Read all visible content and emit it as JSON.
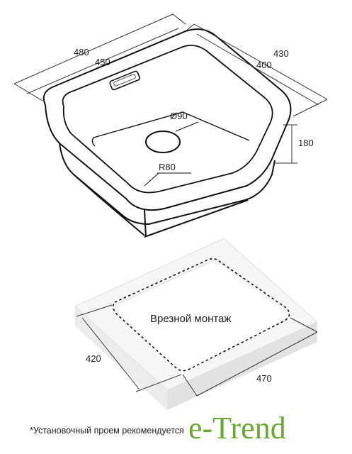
{
  "dimensions": {
    "outer_width": "480",
    "inner_width": "450",
    "outer_depth": "430",
    "inner_depth": "400",
    "height": "180",
    "drain": "Ø90",
    "radius": "R80"
  },
  "cutout": {
    "title": "Врезной монтаж",
    "depth": "420",
    "width": "470"
  },
  "footnote": "*Установочный проем рекомендуется",
  "brand": {
    "name": "e-Trend",
    "color": "#6aa832"
  }
}
